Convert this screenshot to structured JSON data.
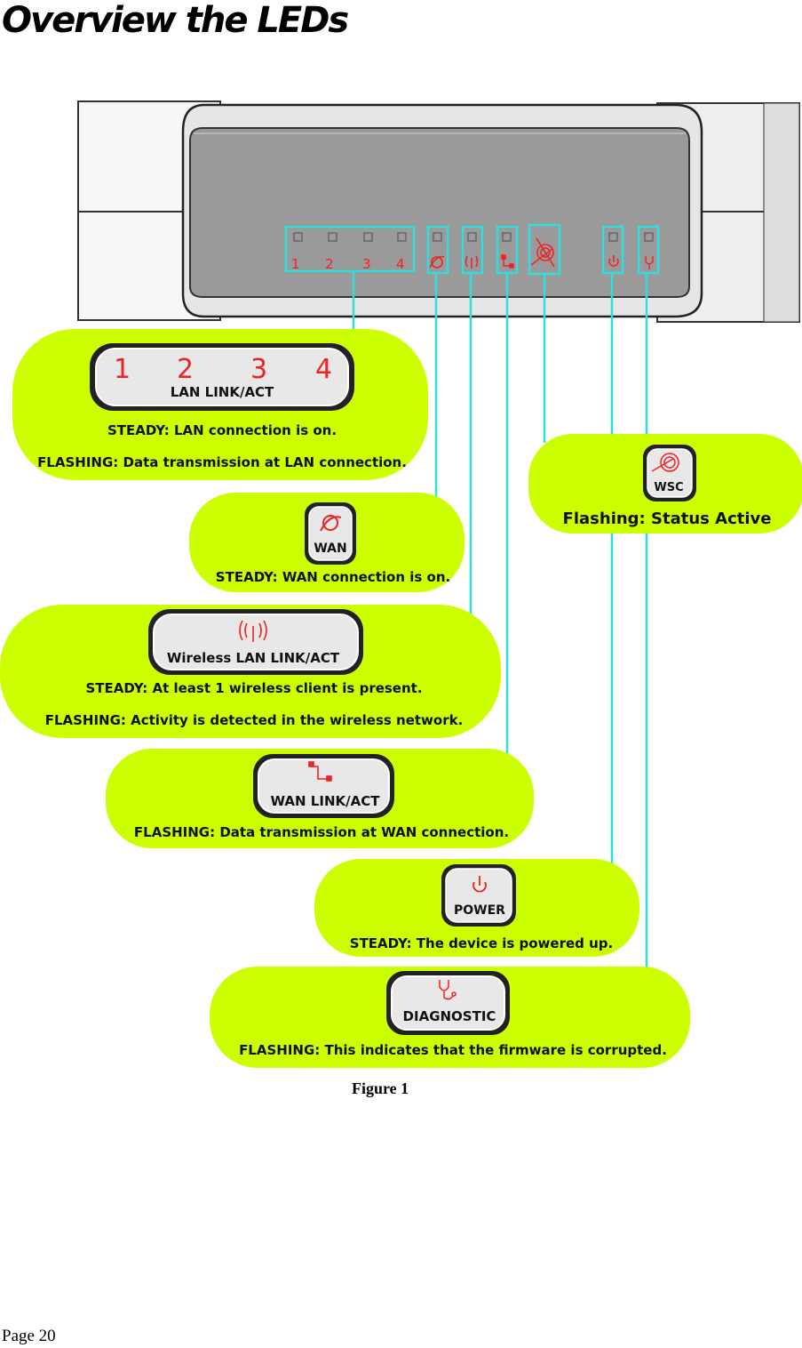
{
  "page": {
    "title": "Overview the LEDs",
    "caption": "Figure 1",
    "page_number": "Page 20"
  },
  "device_panel": {
    "lan_port_numbers": [
      "1",
      "2",
      "3",
      "4"
    ]
  },
  "callouts": {
    "lan": {
      "badge_numbers": [
        "1",
        "2",
        "3",
        "4"
      ],
      "badge_label": "LAN LINK/ACT",
      "line1": "STEADY: LAN connection is on.",
      "line2": "FLASHING: Data transmission at LAN connection."
    },
    "wan": {
      "badge_label": "WAN",
      "line1": "STEADY: WAN connection is on."
    },
    "wsc": {
      "badge_label": "WSC",
      "line1": "Flashing:  Status  Active"
    },
    "wlan": {
      "badge_label": "Wireless LAN LINK/ACT",
      "line1": "STEADY: At least 1 wireless client is present.",
      "line2": "FLASHING: Activity is detected in the wireless network."
    },
    "wan_link": {
      "badge_label": "WAN LINK/ACT",
      "line1": "FLASHING: Data transmission at WAN connection."
    },
    "power": {
      "badge_label": "POWER",
      "line1": "STEADY: The device is powered up."
    },
    "diag": {
      "badge_label": "DIAGNOSTIC",
      "line1": "FLASHING: This indicates that the firmware is corrupted."
    }
  },
  "colors": {
    "callout_fill": "#ccff00",
    "connector_line": "#33dddd",
    "led_icon_red": "#ee2222",
    "device_gray": "#999999"
  }
}
